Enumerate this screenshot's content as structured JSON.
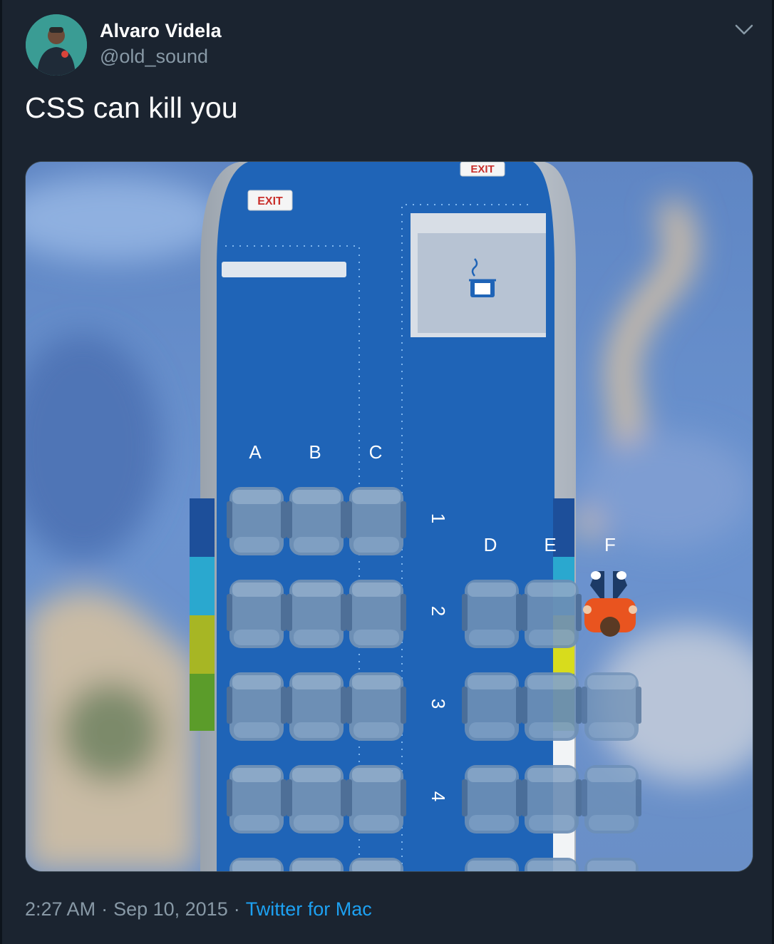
{
  "tweet": {
    "author_name": "Alvaro Videla",
    "author_handle": "@old_sound",
    "text": "CSS can kill you",
    "time": "2:27 AM",
    "separator": "·",
    "date": "Sep 10, 2015",
    "source": "Twitter for Mac"
  },
  "media": {
    "exit_labels": [
      "EXIT",
      "EXIT"
    ],
    "columns_left": [
      "A",
      "B",
      "C"
    ],
    "columns_right": [
      "D",
      "E",
      "F"
    ],
    "rows": [
      "1",
      "2",
      "3",
      "4"
    ]
  },
  "icons": {
    "more": "chevron-down-icon",
    "galley": "coffee-icon"
  },
  "colors": {
    "background": "#1b2430",
    "link": "#1da1f2",
    "muted": "#8899a6",
    "cabin": "#1f64b7"
  }
}
